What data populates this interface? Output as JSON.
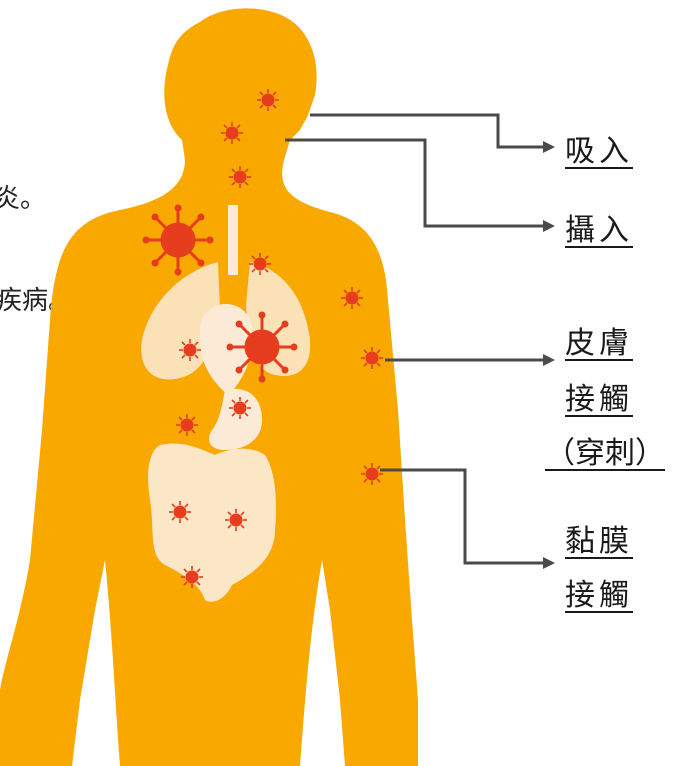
{
  "background_text": {
    "line1": "炎。",
    "line2": "疾病。"
  },
  "labels": {
    "inhalation": "吸入",
    "ingestion": "攝入",
    "skin_line1": "皮膚",
    "skin_line2": "接觸",
    "skin_line3": "（穿刺）",
    "mucosa_line1": "黏膜",
    "mucosa_line2": "接觸"
  },
  "colors": {
    "body": "#F9A800",
    "virus": "#E53D1E",
    "organ": "#FBEBD6",
    "connector": "#4A4A4A"
  }
}
